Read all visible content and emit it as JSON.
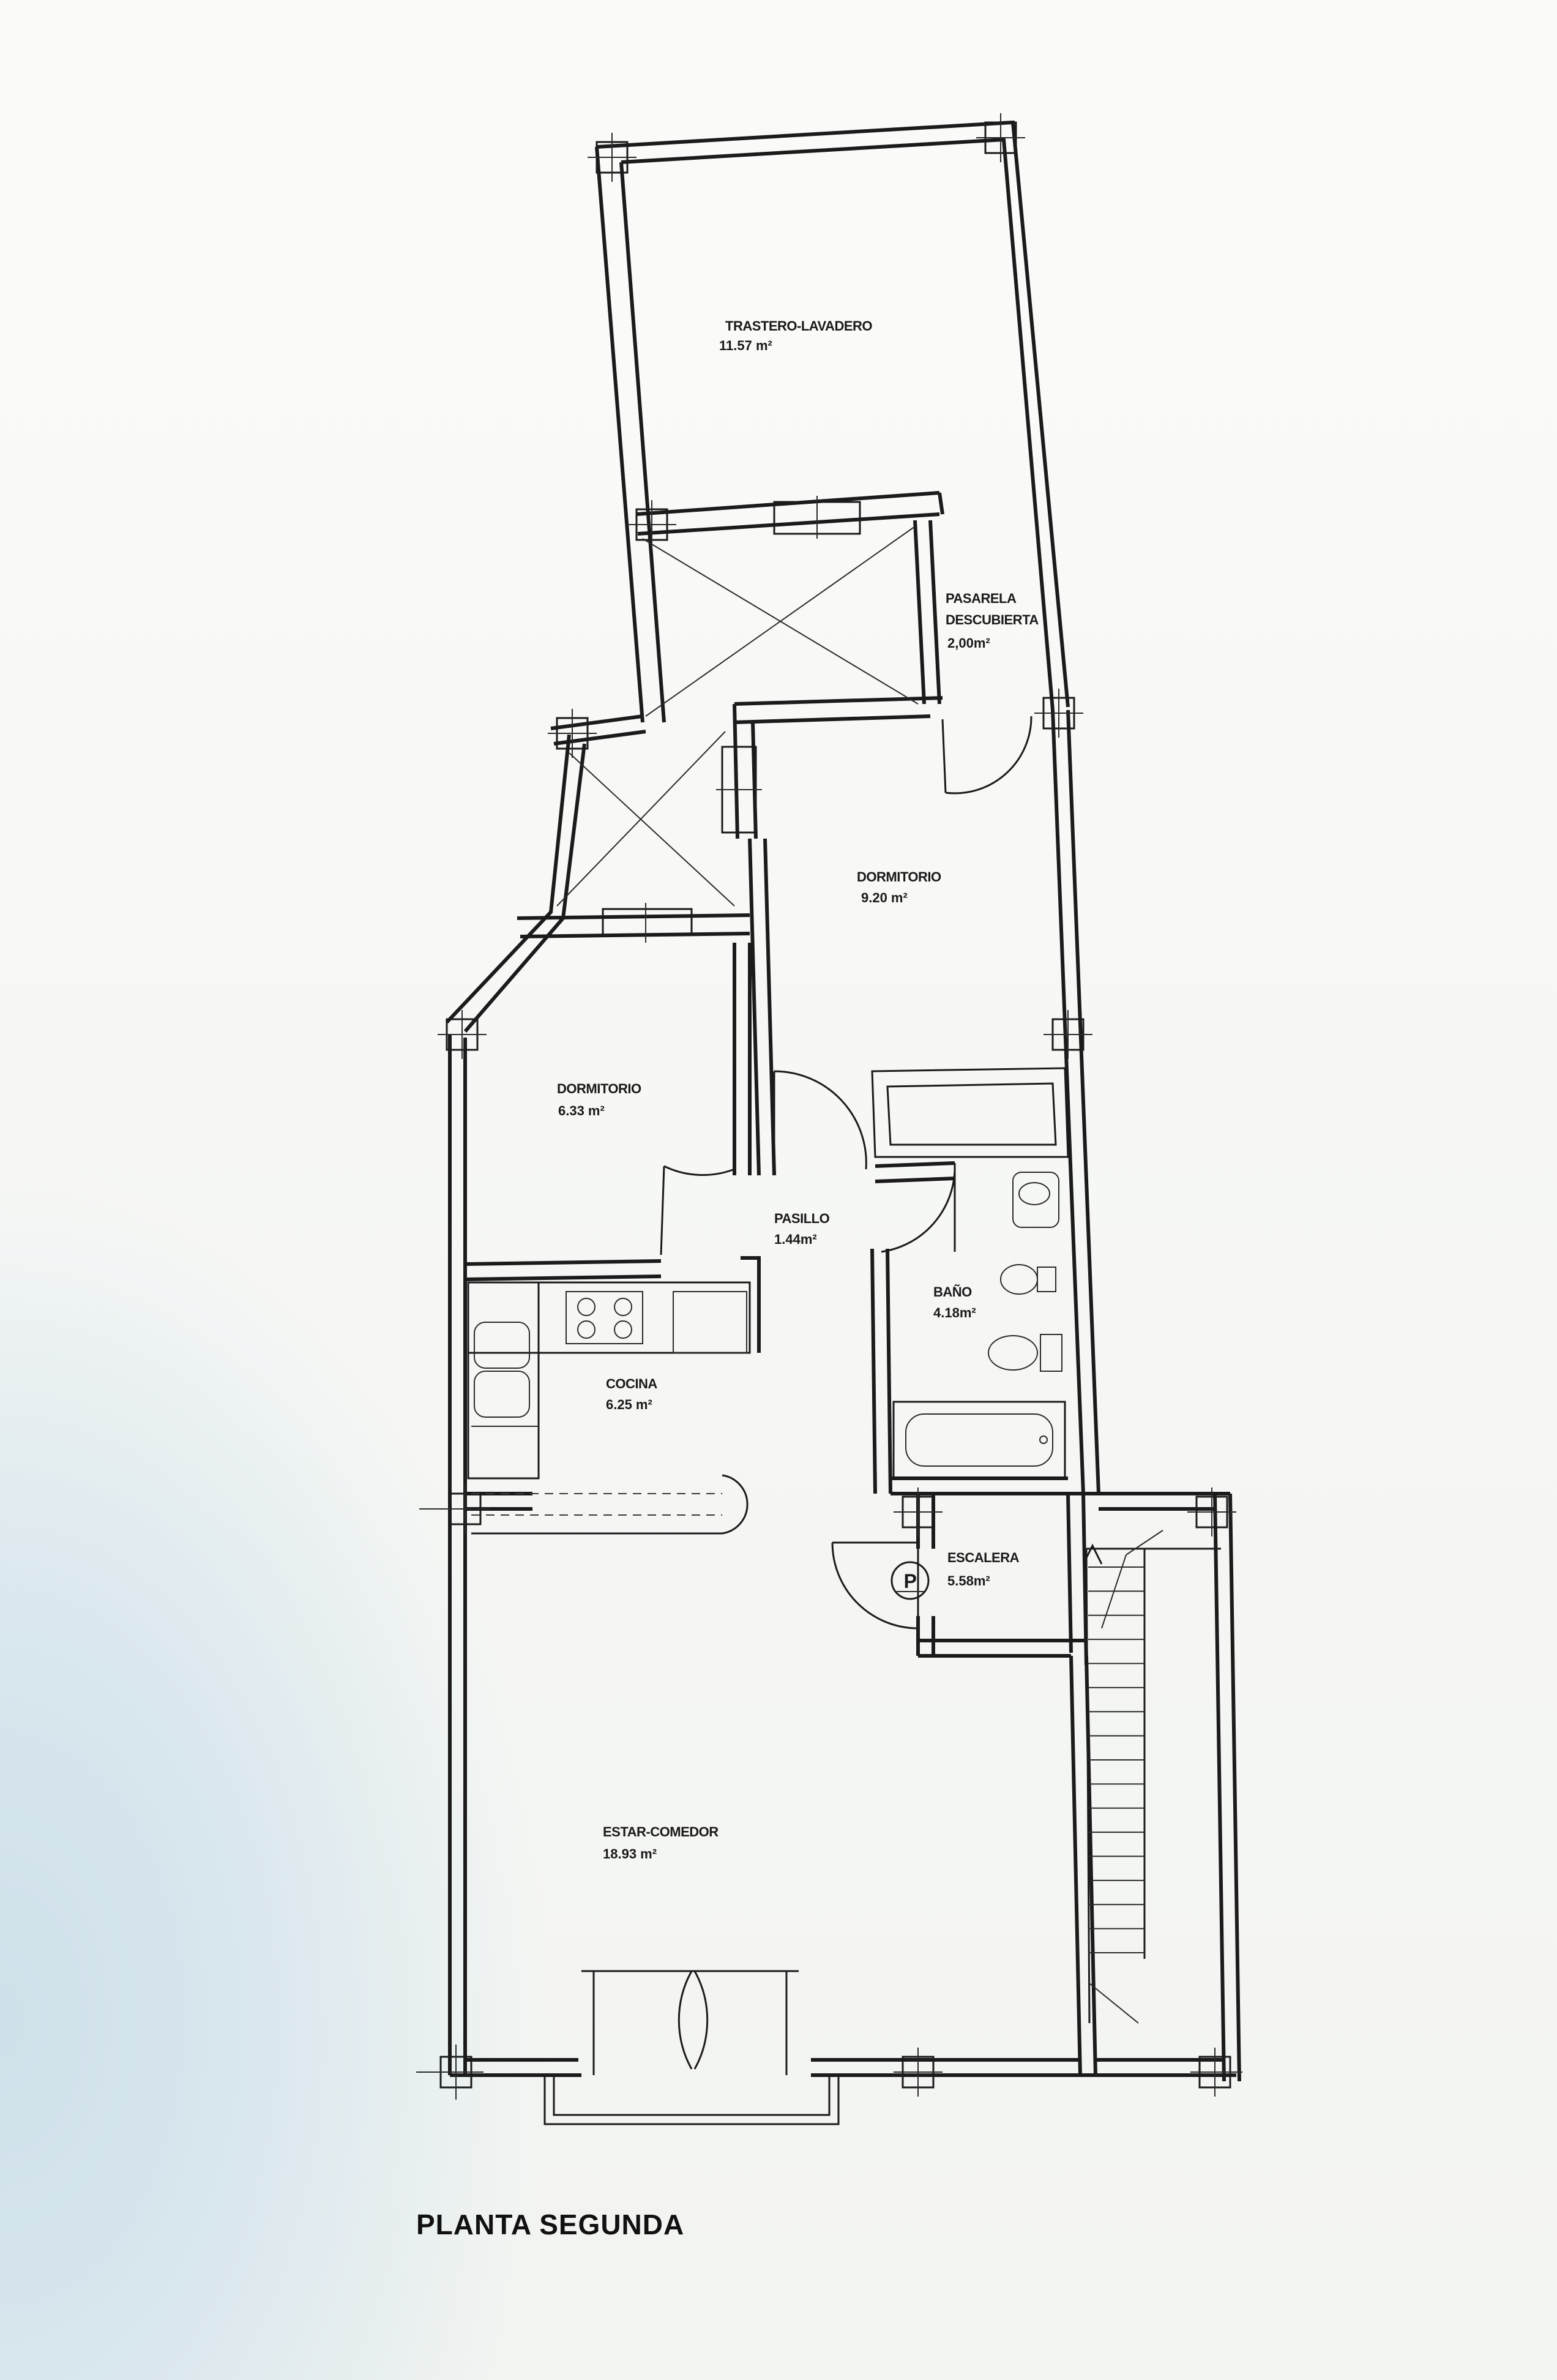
{
  "plan": {
    "title": "PLANTA SEGUNDA",
    "rooms": [
      {
        "id": "trastero",
        "name": "TRASTERO-LAVADERO",
        "area": "11.57 m²"
      },
      {
        "id": "pasarela",
        "name": "PASARELA",
        "name2": "DESCUBIERTA",
        "area": "2,00m²"
      },
      {
        "id": "dormitorio1",
        "name": "DORMITORIO",
        "area": "9.20 m²"
      },
      {
        "id": "dormitorio2",
        "name": "DORMITORIO",
        "area": "6.33 m²"
      },
      {
        "id": "pasillo",
        "name": "PASILLO",
        "area": "1.44m²"
      },
      {
        "id": "bano",
        "name": "BAÑO",
        "area": "4.18m²"
      },
      {
        "id": "cocina",
        "name": "COCINA",
        "area": "6.25 m²"
      },
      {
        "id": "escalera",
        "name": "ESCALERA",
        "area": "5.58m²"
      },
      {
        "id": "estar",
        "name": "ESTAR-COMEDOR",
        "area": "18.93 m²"
      }
    ],
    "symbols": {
      "lift_letter": "P"
    }
  }
}
